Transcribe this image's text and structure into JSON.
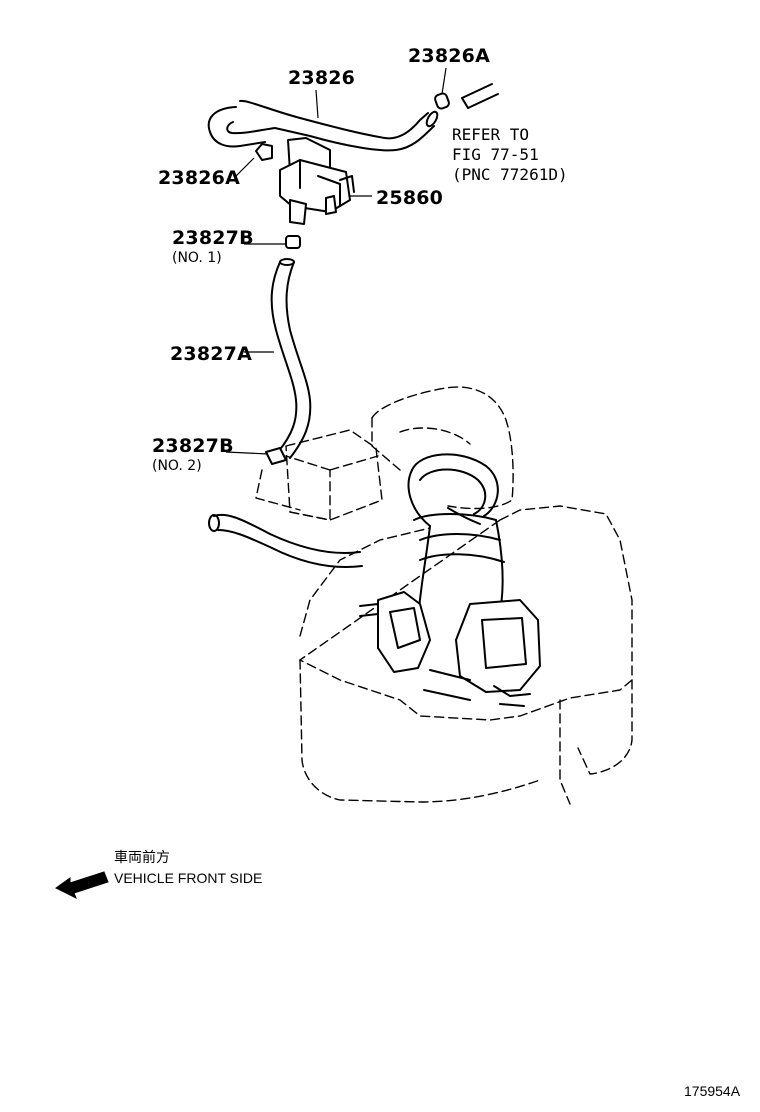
{
  "callouts": {
    "hose_main": "23826",
    "clamp_top_right": "23826A",
    "clamp_left": "23826A",
    "vsv": "25860",
    "clamp_no1": "23827B",
    "clamp_no1_note": "(NO. 1)",
    "hose_lower": "23827A",
    "clamp_no2": "23827B",
    "clamp_no2_note": "(NO. 2)"
  },
  "reference": {
    "line1": "REFER TO",
    "line2": "FIG 77-51",
    "line3": "(PNC 77261D)"
  },
  "direction": {
    "japanese": "車両前方",
    "english": "VEHICLE FRONT SIDE"
  },
  "figure_id": "175954A"
}
